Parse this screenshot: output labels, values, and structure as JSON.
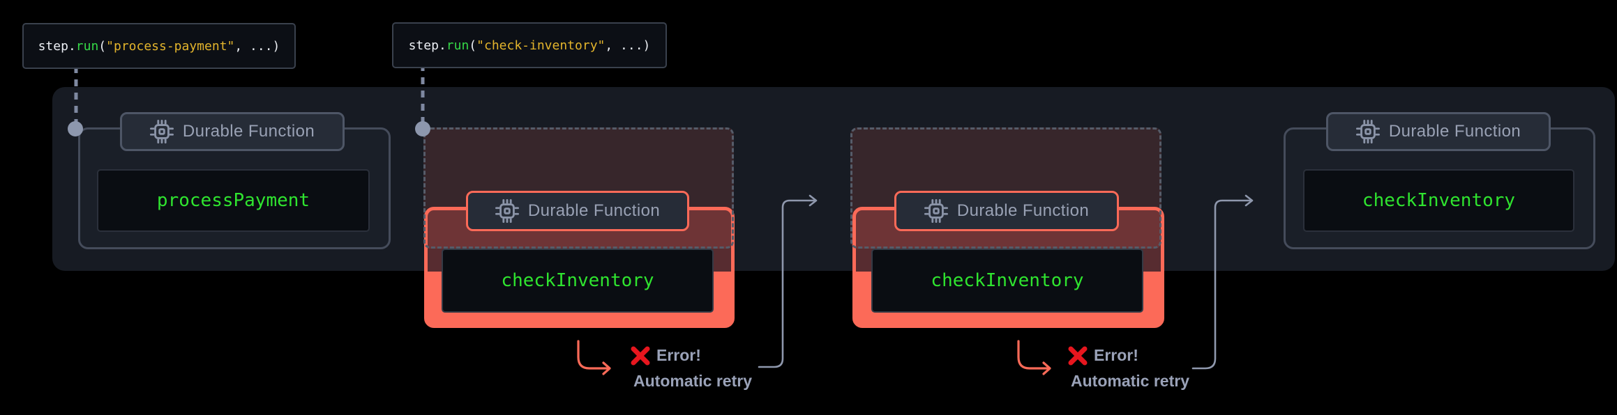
{
  "diagram": {
    "description_texts": {
      "badge_label": "Durable Function"
    },
    "code_labels": [
      {
        "prefix": "step.",
        "fn": "run",
        "open": "(",
        "string": "\"process-payment\"",
        "suffix": ", ...)"
      },
      {
        "prefix": "step.",
        "fn": "run",
        "open": "(",
        "string": "\"check-inventory\"",
        "suffix": ", ...)"
      }
    ],
    "cards": {
      "process_payment": {
        "badge": "Durable Function",
        "name": "processPayment"
      },
      "retry_attempt_1": {
        "badge": "Durable Function",
        "name": "checkInventory"
      },
      "retry_attempt_2": {
        "badge": "Durable Function",
        "name": "checkInventory"
      },
      "check_inventory": {
        "badge": "Durable Function",
        "name": "checkInventory"
      }
    },
    "error_labels": [
      {
        "error": "Error!",
        "retry": "Automatic retry"
      },
      {
        "error": "Error!",
        "retry": "Automatic retry"
      }
    ],
    "colors": {
      "page_background": "#000000",
      "container_background": "#171b23",
      "salmon_error": "#fc6a58",
      "error_x_red": "#e7161e",
      "function_green": "#2fe42f",
      "keyword_green": "#35d847",
      "string_gold": "#e3b42c",
      "code_white": "#eceff4",
      "muted_label_gray": "#9aa2b8",
      "badge_text_gray": "#99a1b4",
      "connector_gray": "#8f98ad",
      "dot_gray": "#8d97ad"
    },
    "icons": [
      "cpu-chip-icon",
      "error-x-icon",
      "arrow-right-icon"
    ]
  }
}
